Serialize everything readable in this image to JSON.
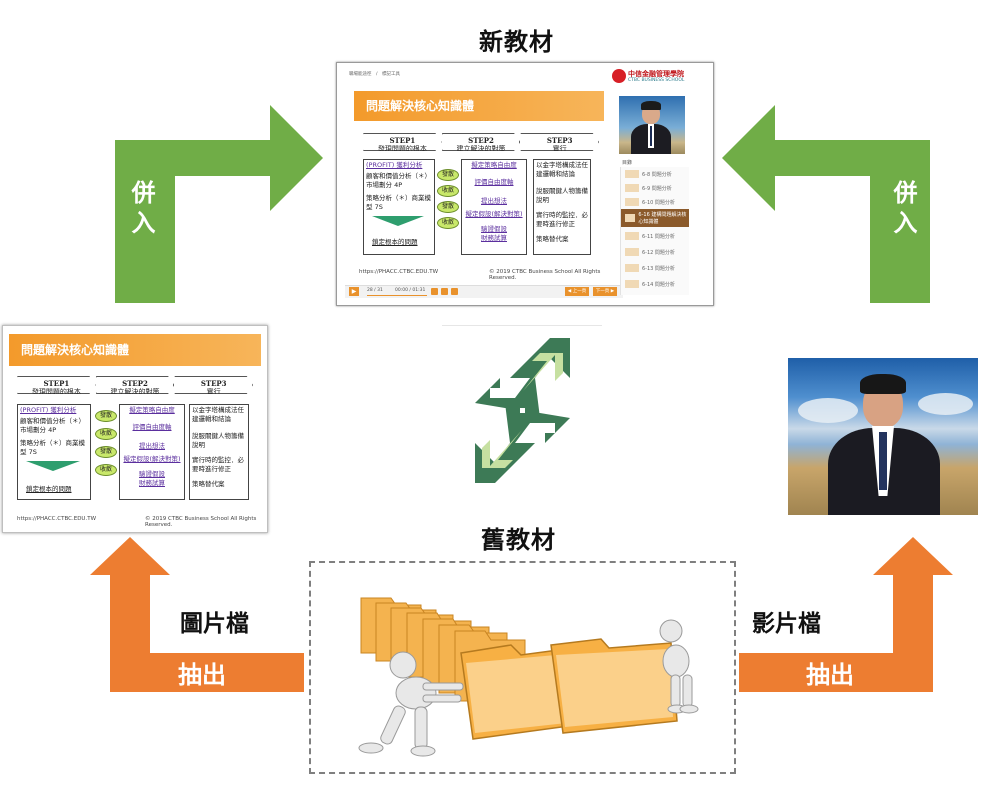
{
  "titles": {
    "new_material": "新教材",
    "old_material": "舊教材"
  },
  "labels": {
    "merge_left": "併入",
    "merge_right": "併入",
    "image_file": "圖片檔",
    "video_file": "影片檔",
    "extract_left": "抽出",
    "extract_right": "抽出"
  },
  "colors": {
    "green_arrow": "#70ad47",
    "orange_arrow": "#ed7d31",
    "recycle_dark": "#3d7a56",
    "recycle_light": "#c6e0a1"
  },
  "slide": {
    "title": "問題解決核心知識體",
    "steps": [
      {
        "name": "STEP1",
        "desc": "發現問題的根本"
      },
      {
        "name": "STEP2",
        "desc": "建立解決的對策"
      },
      {
        "name": "STEP3",
        "desc": "實行"
      }
    ],
    "col1": {
      "item1": "(PROFIT) 獲利分析",
      "item2": "顧客和價值分析（＊）市場劃分 4P",
      "item3": "策略分析（＊）商業模型 7S",
      "item4": "鎖定根本的問題"
    },
    "ovals": [
      "發散",
      "收斂",
      "發散",
      "收斂"
    ],
    "col2": {
      "item1": "擬定策略自由度",
      "item2": "評價自由度軸",
      "item3": "提出想法",
      "item4": "擬定假設(解決對策)",
      "item5": "驗證假設",
      "item6": "財務試算"
    },
    "col3": {
      "item1": "以金字塔構成法任建邏輯和結論",
      "item2": "說服關鍵人物籌備說明",
      "item3": "實行時的監控．必要時進行修正",
      "item4": "策略替代案"
    },
    "footer_left": "https://PHACC.CTBC.EDU.TW",
    "footer_right": "© 2019 CTBC Business School All Rights Reserved."
  },
  "player": {
    "breadcrumb": "職場能途徑　/　標記工具",
    "school_name_cn": "中信金融管理學院",
    "school_name_en": "CTBC BUSINESS SCHOOL",
    "page_counter": "28 / 31",
    "time": "00:00 / 01:31",
    "prev_button": "◀ 上一頁",
    "next_button": "下一頁 ▶",
    "list_header": "目錄",
    "list_items": [
      "6-8 問題分析",
      "6-9 問題分析",
      "6-10 問題分析",
      "6-16 建構問題解決核心知識體",
      "6-11 問題分析",
      "6-12 問題分析",
      "6-13 問題分析",
      "6-14 問題分析"
    ]
  }
}
